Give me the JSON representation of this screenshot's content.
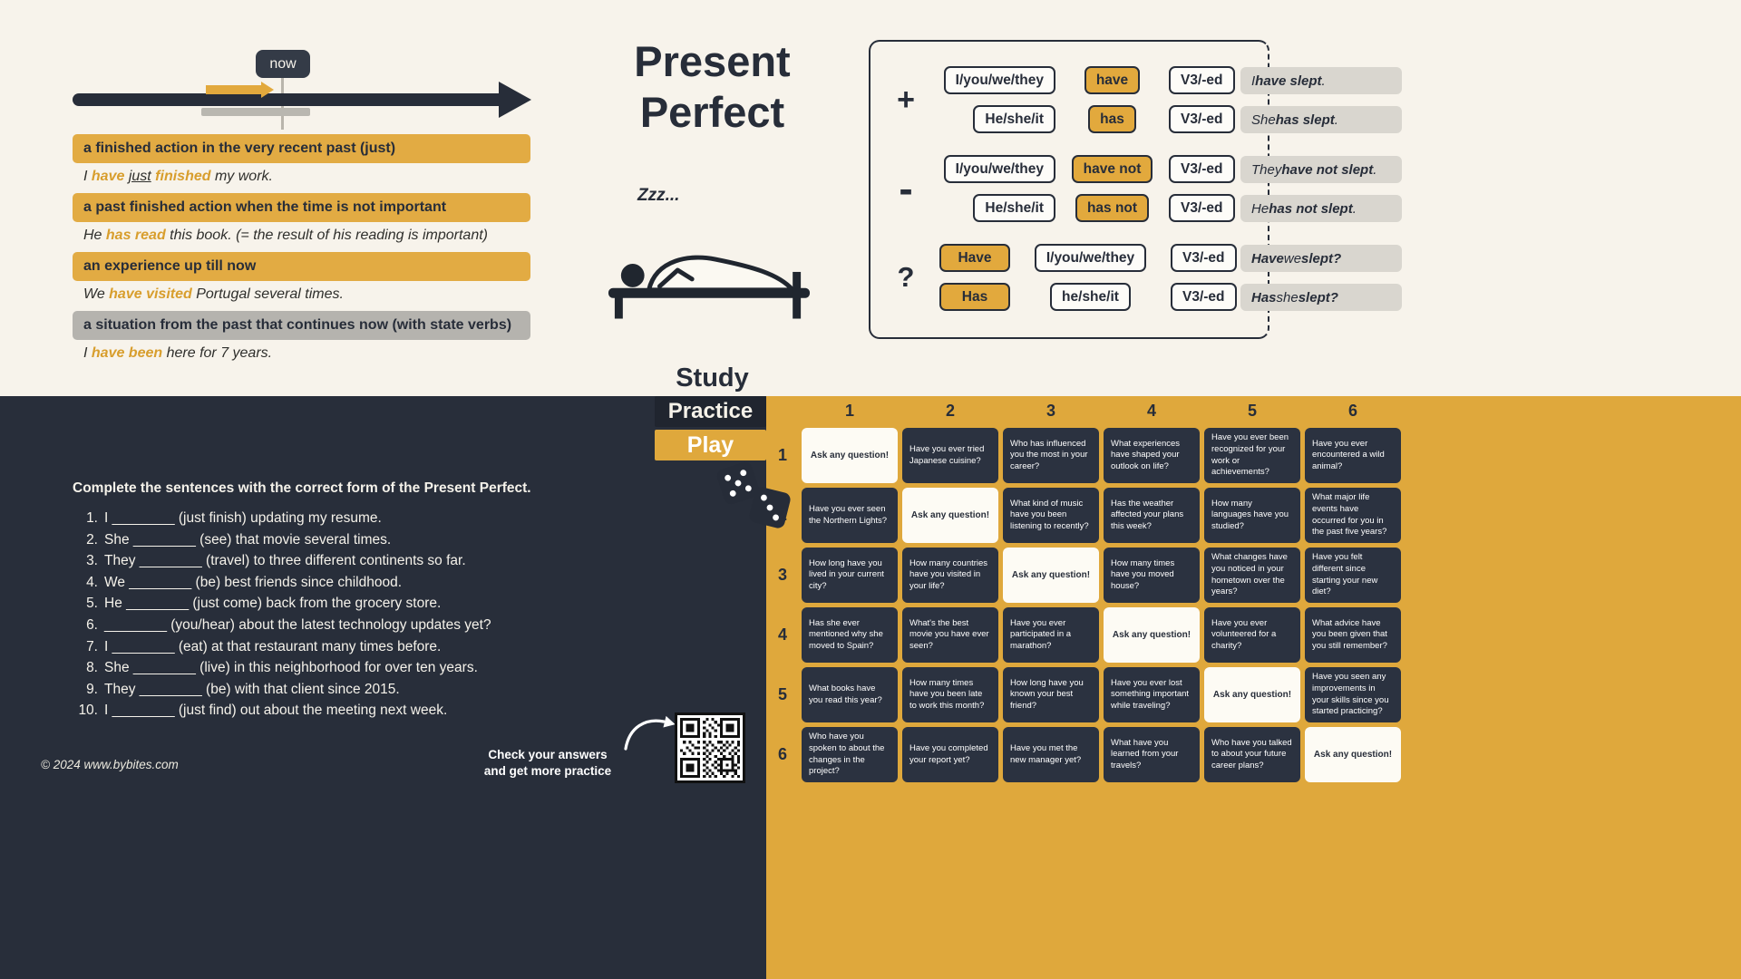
{
  "page": {
    "copyright": "© 2024 www.bybites.com"
  },
  "title": {
    "line1": "Present",
    "line2": "Perfect"
  },
  "timeline": {
    "now": "now"
  },
  "illustration": {
    "zzz": "Zzz..."
  },
  "sections": {
    "study": "Study",
    "practice": "Practice",
    "play": "Play"
  },
  "usages": [
    {
      "heading": "a finished action in the very recent past (just)",
      "variant": "yellow",
      "example": [
        {
          "t": "I ",
          "s": "p"
        },
        {
          "t": "have",
          "s": "hl"
        },
        {
          "t": " ",
          "s": "p"
        },
        {
          "t": "just",
          "s": "u"
        },
        {
          "t": " ",
          "s": "p"
        },
        {
          "t": "finished",
          "s": "hl"
        },
        {
          "t": " my work.",
          "s": "p"
        }
      ]
    },
    {
      "heading": "a past finished action when the time is not important",
      "variant": "yellow",
      "example": [
        {
          "t": "He ",
          "s": "p"
        },
        {
          "t": "has read",
          "s": "hl"
        },
        {
          "t": " this book. (= the result of his reading is important)",
          "s": "p"
        }
      ]
    },
    {
      "heading": "an experience up till now",
      "variant": "yellow",
      "example": [
        {
          "t": "We ",
          "s": "p"
        },
        {
          "t": "have visited",
          "s": "hl"
        },
        {
          "t": " Portugal several times.",
          "s": "p"
        }
      ]
    },
    {
      "heading": "a situation from the past that continues now (with state verbs)",
      "variant": "gray",
      "example": [
        {
          "t": "I ",
          "s": "p"
        },
        {
          "t": "have been",
          "s": "hl"
        },
        {
          "t": " here for 7 years.",
          "s": "p"
        }
      ]
    }
  ],
  "formation": {
    "groups": [
      {
        "sign": "+",
        "lines": [
          {
            "chips": [
              {
                "t": "I/you/we/they",
                "v": "white"
              },
              {
                "t": "have",
                "v": "yellow"
              },
              {
                "t": "V3/-ed",
                "v": "white"
              }
            ],
            "example": [
              {
                "t": "I ",
                "b": false
              },
              {
                "t": "have slept",
                "b": true
              },
              {
                "t": ".",
                "b": false
              }
            ]
          },
          {
            "chips": [
              {
                "t": "He/she/it",
                "v": "white"
              },
              {
                "t": "has",
                "v": "yellow"
              },
              {
                "t": "V3/-ed",
                "v": "white"
              }
            ],
            "example": [
              {
                "t": "She ",
                "b": false
              },
              {
                "t": "has slept",
                "b": true
              },
              {
                "t": ".",
                "b": false
              }
            ]
          }
        ]
      },
      {
        "sign": "-",
        "lines": [
          {
            "chips": [
              {
                "t": "I/you/we/they",
                "v": "white"
              },
              {
                "t": "have not",
                "v": "yellow"
              },
              {
                "t": "V3/-ed",
                "v": "white"
              }
            ],
            "example": [
              {
                "t": "They ",
                "b": false
              },
              {
                "t": "have not slept",
                "b": true
              },
              {
                "t": ".",
                "b": false
              }
            ]
          },
          {
            "chips": [
              {
                "t": "He/she/it",
                "v": "white"
              },
              {
                "t": "has not",
                "v": "yellow"
              },
              {
                "t": "V3/-ed",
                "v": "white"
              }
            ],
            "example": [
              {
                "t": "He ",
                "b": false
              },
              {
                "t": "has not slept",
                "b": true
              },
              {
                "t": ".",
                "b": false
              }
            ]
          }
        ]
      },
      {
        "sign": "?",
        "lines": [
          {
            "chips": [
              {
                "t": "Have",
                "v": "yellow"
              },
              {
                "t": "I/you/we/they",
                "v": "white"
              },
              {
                "t": "V3/-ed",
                "v": "white"
              }
            ],
            "example": [
              {
                "t": "Have",
                "b": true
              },
              {
                "t": " we ",
                "b": false
              },
              {
                "t": "slept?",
                "b": true
              }
            ]
          },
          {
            "chips": [
              {
                "t": "Has",
                "v": "yellow"
              },
              {
                "t": "he/she/it",
                "v": "white"
              },
              {
                "t": "V3/-ed",
                "v": "white"
              }
            ],
            "example": [
              {
                "t": "Has",
                "b": true
              },
              {
                "t": " she ",
                "b": false
              },
              {
                "t": "slept?",
                "b": true
              }
            ]
          }
        ]
      }
    ]
  },
  "practice": {
    "instruction": "Complete the sentences with the correct form of the Present Perfect.",
    "items": [
      "I ________ (just finish) updating my resume.",
      "She ________ (see) that movie several times.",
      "They ________ (travel) to three different continents so far.",
      "We ________ (be) best friends since childhood.",
      "He ________ (just come) back from the grocery store.",
      "________ (you/hear) about the latest technology updates yet?",
      "I ________ (eat) at that restaurant many times before.",
      "She ________ (live) in this neighborhood for over ten years.",
      "They ________ (be) with that client since 2015.",
      "I ________ (just find) out about the meeting next week."
    ],
    "cta_line1": "Check your answers",
    "cta_line2": "and get more practice"
  },
  "game": {
    "column_headers": [
      "1",
      "2",
      "3",
      "4",
      "5",
      "6"
    ],
    "row_headers": [
      "1",
      "2",
      "3",
      "4",
      "5",
      "6"
    ],
    "rows": [
      [
        {
          "text": "Ask any question!",
          "v": "light"
        },
        {
          "text": "Have you ever tried Japanese cuisine?",
          "v": "dark"
        },
        {
          "text": "Who has influenced you the most in your career?",
          "v": "dark"
        },
        {
          "text": "What experiences have shaped your outlook on life?",
          "v": "dark"
        },
        {
          "text": "Have you ever been recognized for your work or achievements?",
          "v": "dark"
        },
        {
          "text": "Have you ever encountered a wild animal?",
          "v": "dark"
        }
      ],
      [
        {
          "text": "Have you ever seen the Northern Lights?",
          "v": "dark"
        },
        {
          "text": "Ask any question!",
          "v": "light"
        },
        {
          "text": "What kind of music have you been listening to recently?",
          "v": "dark"
        },
        {
          "text": "Has the weather affected your plans this week?",
          "v": "dark"
        },
        {
          "text": "How many languages have you studied?",
          "v": "dark"
        },
        {
          "text": "What major life events have occurred for you in the past five years?",
          "v": "dark"
        }
      ],
      [
        {
          "text": "How long have you lived in your current city?",
          "v": "dark"
        },
        {
          "text": "How many countries have you visited in your life?",
          "v": "dark"
        },
        {
          "text": "Ask any question!",
          "v": "light"
        },
        {
          "text": "How many times have you moved house?",
          "v": "dark"
        },
        {
          "text": "What changes have you noticed in your hometown over the years?",
          "v": "dark"
        },
        {
          "text": "Have you felt different since starting your new diet?",
          "v": "dark"
        }
      ],
      [
        {
          "text": "Has she ever mentioned why she moved to Spain?",
          "v": "dark"
        },
        {
          "text": "What's the best movie you have ever seen?",
          "v": "dark"
        },
        {
          "text": "Have you ever participated in a marathon?",
          "v": "dark"
        },
        {
          "text": "Ask any question!",
          "v": "light"
        },
        {
          "text": "Have you ever volunteered for a charity?",
          "v": "dark"
        },
        {
          "text": "What advice have you been given that you still remember?",
          "v": "dark"
        }
      ],
      [
        {
          "text": "What books have you read this year?",
          "v": "dark"
        },
        {
          "text": "How many times have you been late to work this month?",
          "v": "dark"
        },
        {
          "text": "How long have you known your best friend?",
          "v": "dark"
        },
        {
          "text": "Have you ever lost something important while traveling?",
          "v": "dark"
        },
        {
          "text": "Ask any question!",
          "v": "light"
        },
        {
          "text": "Have you seen any improvements in your skills since you started practicing?",
          "v": "dark"
        }
      ],
      [
        {
          "text": "Who have you spoken to about the changes in the project?",
          "v": "dark"
        },
        {
          "text": "Have you completed your report yet?",
          "v": "dark"
        },
        {
          "text": "Have you met the new manager yet?",
          "v": "dark"
        },
        {
          "text": "What have you learned from your travels?",
          "v": "dark"
        },
        {
          "text": "Who have you talked to about your future career plans?",
          "v": "dark"
        },
        {
          "text": "Ask any question!",
          "v": "light"
        }
      ]
    ]
  }
}
